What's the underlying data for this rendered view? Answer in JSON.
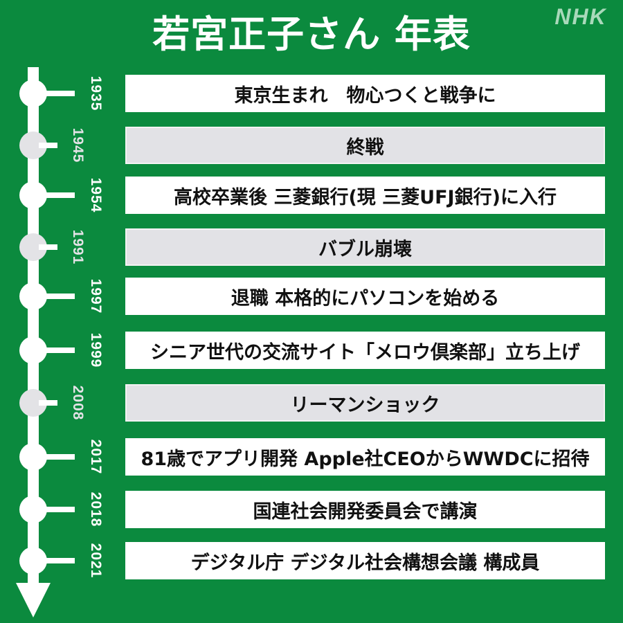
{
  "header": {
    "title": "若宮正子さん 年表",
    "logo": "NHK"
  },
  "colors": {
    "background": "#0b8a3e",
    "major_box": "#ffffff",
    "minor_box": "#e2e2e6",
    "text": "#111111"
  },
  "timeline": {
    "icon": "down-arrow-icon",
    "events": [
      {
        "year": "1935",
        "text": "東京生まれ　物心つくと戦争に",
        "type": "personal"
      },
      {
        "year": "1945",
        "text": "終戦",
        "type": "world"
      },
      {
        "year": "1954",
        "text": "高校卒業後 三菱銀行(現 三菱UFJ銀行)に入行",
        "type": "personal"
      },
      {
        "year": "1991",
        "text": "バブル崩壊",
        "type": "world"
      },
      {
        "year": "1997",
        "text": "退職 本格的にパソコンを始める",
        "type": "personal"
      },
      {
        "year": "1999",
        "text": "シニア世代の交流サイト「メロウ倶楽部」立ち上げ",
        "type": "personal"
      },
      {
        "year": "2008",
        "text": "リーマンショック",
        "type": "world"
      },
      {
        "year": "2017",
        "text": "81歳でアプリ開発 Apple社CEOからWWDCに招待",
        "type": "personal"
      },
      {
        "year": "2018",
        "text": "国連社会開発委員会で講演",
        "type": "personal"
      },
      {
        "year": "2021",
        "text": "デジタル庁 デジタル社会構想会議 構成員",
        "type": "personal"
      }
    ]
  }
}
